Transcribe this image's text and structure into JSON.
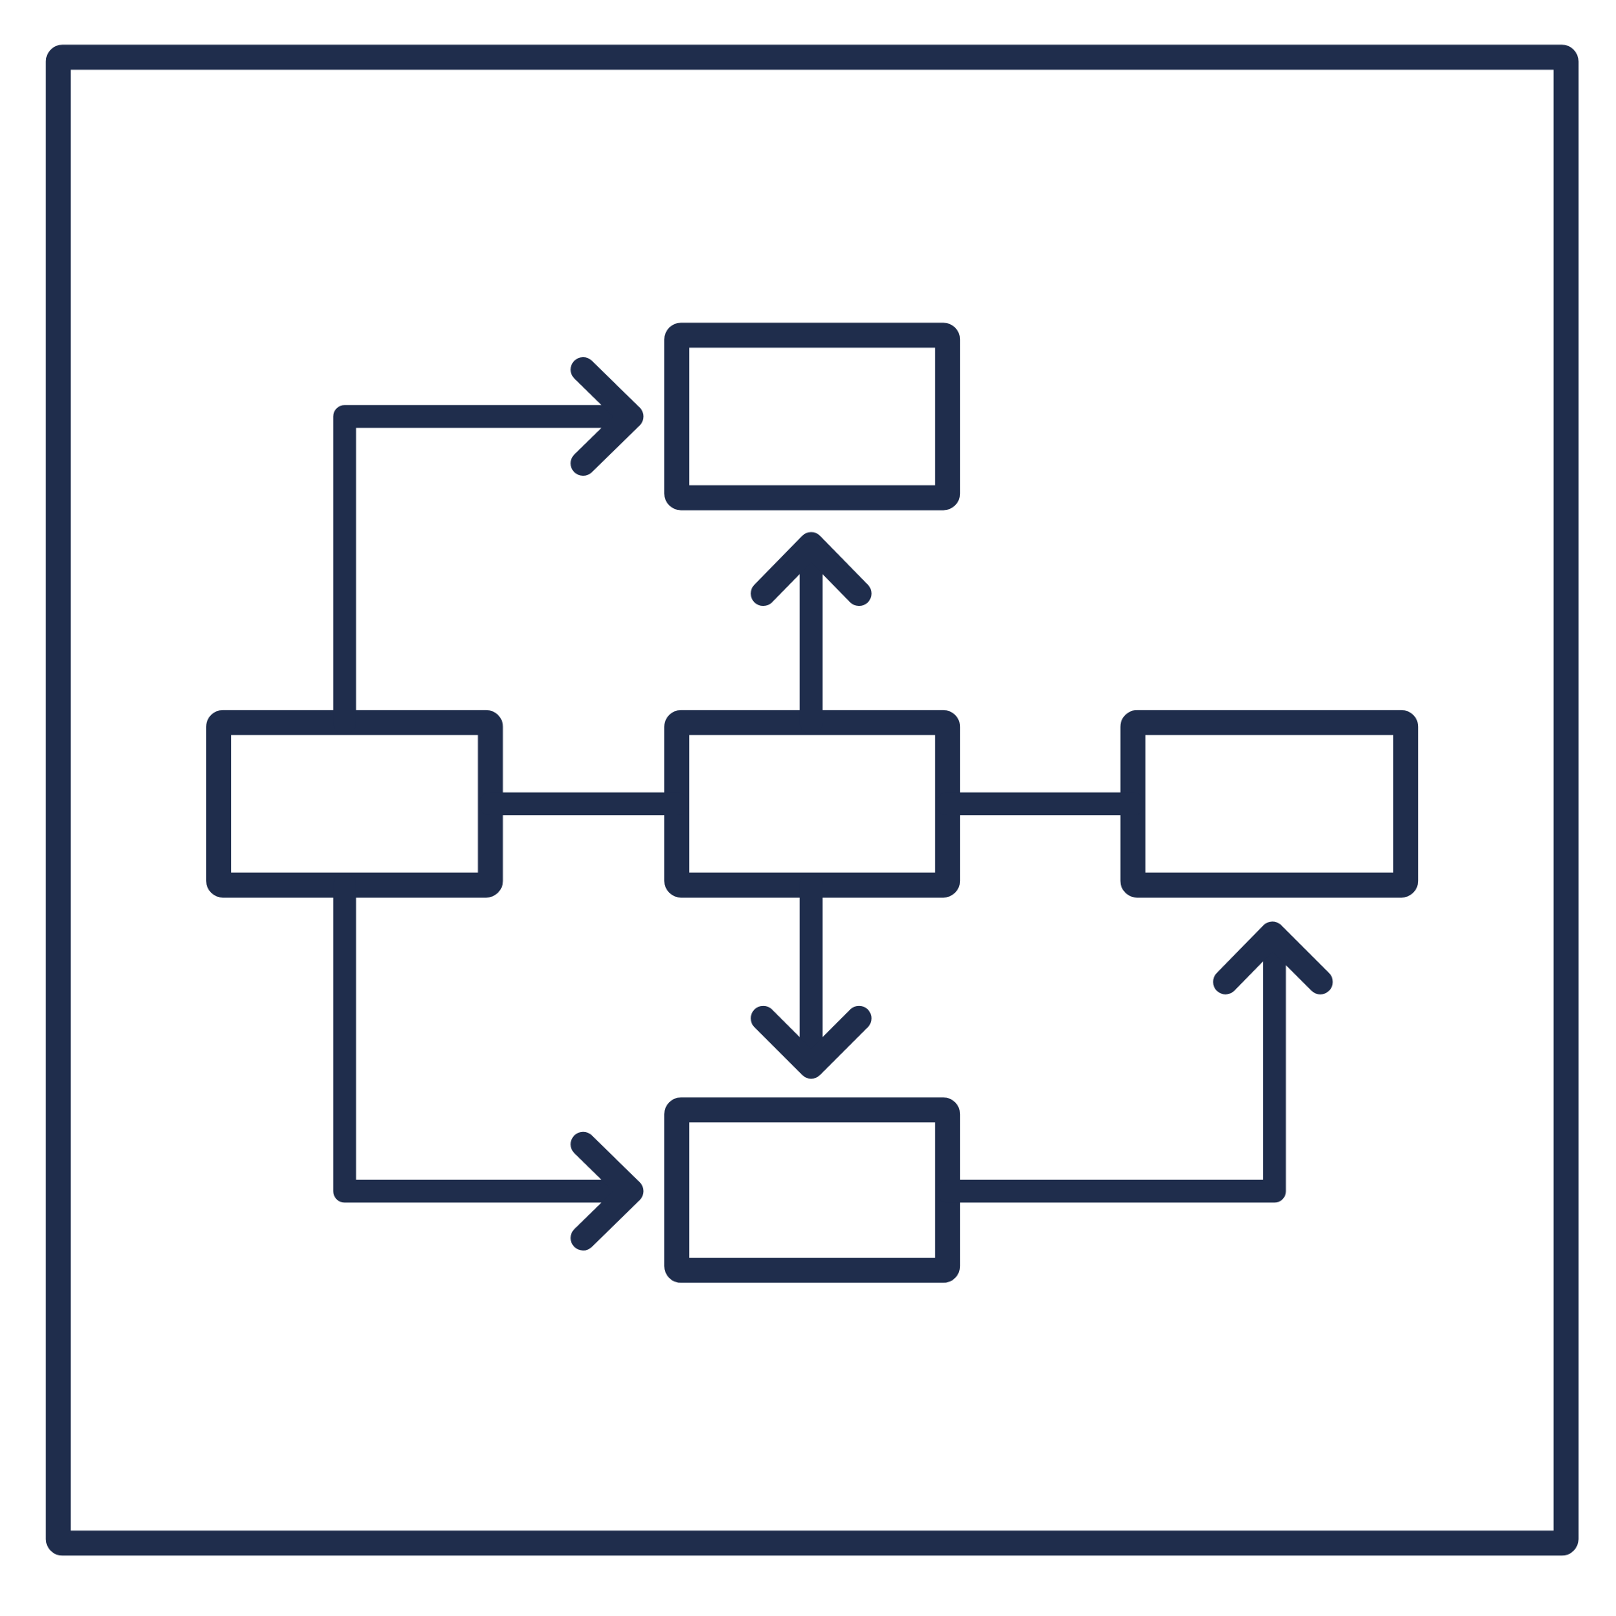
{
  "diagram": {
    "kind": "flowchart-icon",
    "stroke_color": "#1f2d4c",
    "background_color": "#ffffff",
    "nodes": [
      "top",
      "left",
      "center",
      "right",
      "bottom"
    ],
    "edges": [
      {
        "from": "left",
        "to": "center",
        "arrow": false
      },
      {
        "from": "center",
        "to": "right",
        "arrow": false
      },
      {
        "from": "left",
        "to": "top",
        "arrow": true
      },
      {
        "from": "left",
        "to": "bottom",
        "arrow": true
      },
      {
        "from": "center",
        "to": "top",
        "arrow": true
      },
      {
        "from": "center",
        "to": "bottom",
        "arrow": true
      },
      {
        "from": "bottom",
        "to": "right",
        "arrow": true
      }
    ]
  }
}
